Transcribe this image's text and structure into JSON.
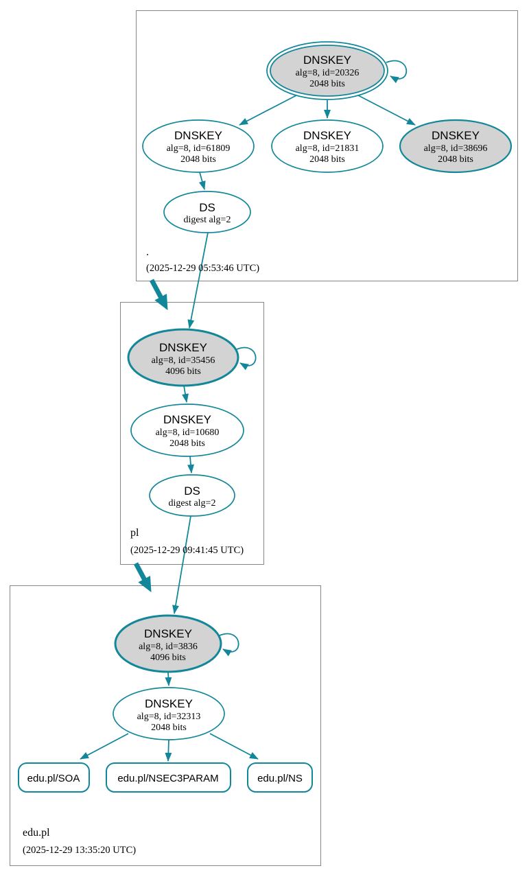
{
  "diagram": "DNSSEC authentication chain graph",
  "colors": {
    "edge": "#12879a",
    "ksk_fill": "#d3d3d3",
    "node_fill": "#ffffff",
    "box_border": "#848484",
    "text": "#000000"
  },
  "zones": [
    {
      "label": ".",
      "timestamp": "(2025-12-29 05:53:46 UTC)",
      "ksk": {
        "title": "DNSKEY",
        "line1": "alg=8, id=20326",
        "line2": "2048 bits"
      },
      "keys": [
        {
          "title": "DNSKEY",
          "line1": "alg=8, id=61809",
          "line2": "2048 bits"
        },
        {
          "title": "DNSKEY",
          "line1": "alg=8, id=21831",
          "line2": "2048 bits"
        },
        {
          "title": "DNSKEY",
          "line1": "alg=8, id=38696",
          "line2": "2048 bits"
        }
      ],
      "ds": {
        "title": "DS",
        "line1": "digest alg=2"
      }
    },
    {
      "label": "pl",
      "timestamp": "(2025-12-29 09:41:45 UTC)",
      "ksk": {
        "title": "DNSKEY",
        "line1": "alg=8, id=35456",
        "line2": "4096 bits"
      },
      "keys": [
        {
          "title": "DNSKEY",
          "line1": "alg=8, id=10680",
          "line2": "2048 bits"
        }
      ],
      "ds": {
        "title": "DS",
        "line1": "digest alg=2"
      }
    },
    {
      "label": "edu.pl",
      "timestamp": "(2025-12-29 13:35:20 UTC)",
      "ksk": {
        "title": "DNSKEY",
        "line1": "alg=8, id=3836",
        "line2": "4096 bits"
      },
      "keys": [
        {
          "title": "DNSKEY",
          "line1": "alg=8, id=32313",
          "line2": "2048 bits"
        }
      ],
      "records": [
        {
          "label": "edu.pl/SOA"
        },
        {
          "label": "edu.pl/NSEC3PARAM"
        },
        {
          "label": "edu.pl/NS"
        }
      ]
    }
  ]
}
